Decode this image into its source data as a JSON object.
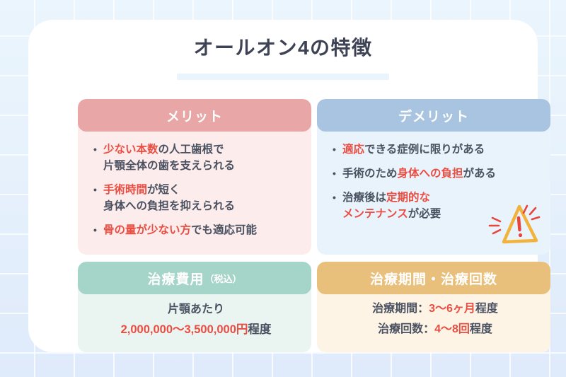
{
  "page": {
    "title": "オールオン4の特徴"
  },
  "panels": {
    "merit": {
      "heading": "メリット",
      "items": [
        {
          "line1_hl": "少ない本数",
          "line1_rest": "の人工歯根で",
          "line2": "片顎全体の歯を支えられる"
        },
        {
          "line1_hl": "手術時間",
          "line1_rest": "が短く",
          "line2": "身体への負担を抑えられる"
        },
        {
          "line1_hl": "骨の量が少ない方",
          "line1_rest": "でも適応可能",
          "line2": ""
        }
      ]
    },
    "demerit": {
      "heading": "デメリット",
      "items": [
        {
          "pre": "",
          "hl": "適応",
          "post": "できる症例に限りがある",
          "line2_hl": "",
          "line2_post": ""
        },
        {
          "pre": "手術のため",
          "hl": "身体への負担",
          "post": "がある",
          "line2_hl": "",
          "line2_post": ""
        },
        {
          "pre": "治療後は",
          "hl": "定期的な",
          "post": "",
          "line2_hl": "メンテナンス",
          "line2_post": "が必要"
        }
      ],
      "icon": "warning-triangle-icon"
    },
    "cost": {
      "heading_main": "治療費用",
      "heading_sub": "（税込）",
      "line1": "片顎あたり",
      "line2_hl": "2,000,000〜3,500,000円",
      "line2_rest": "程度"
    },
    "period": {
      "heading": "治療期間・治療回数",
      "rows": [
        {
          "label": "治療期間：",
          "hl": "3〜6ヶ月",
          "rest": "程度"
        },
        {
          "label": "治療回数：",
          "hl": "4〜8回",
          "rest": "程度"
        }
      ]
    }
  },
  "colors": {
    "background": "#e6f1fc",
    "card": "#ffffff",
    "title_text": "#3d4355",
    "title_underline": "#e9f4fd",
    "highlight_red": "#ea4d42",
    "body_text": "#4a5160",
    "merit_header": "#e8a6a6",
    "merit_body": "#fdecec",
    "demerit_header": "#a9c4e0",
    "demerit_body": "#e9f3fc",
    "cost_header": "#a5d4c8",
    "cost_body": "#eaf4f1",
    "period_header": "#e9c07b",
    "period_body": "#fdf4e6",
    "warning_triangle": "#f2b33d",
    "warning_mark": "#e8453c"
  }
}
